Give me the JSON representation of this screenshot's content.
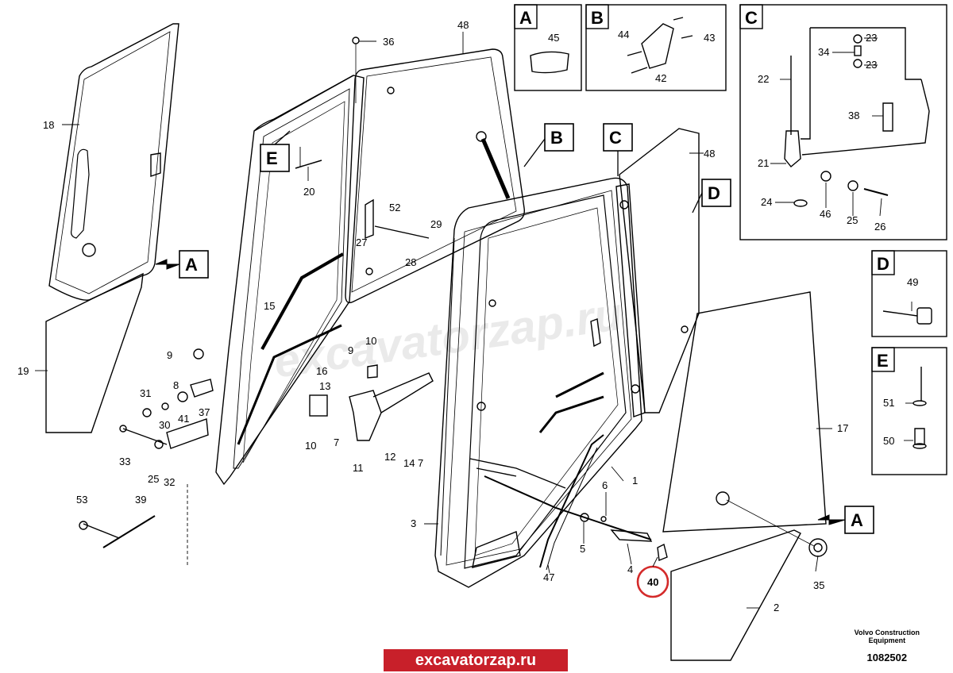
{
  "watermark": "excavatorzap.ru",
  "brand_text": "excavatorzap.ru",
  "footer": {
    "line1": "Volvo Construction",
    "line2": "Equipment",
    "drawing_no": "1082502"
  },
  "detail_boxes": {
    "A": "A",
    "B": "B",
    "C": "C",
    "D": "D",
    "E": "E"
  },
  "callouts": {
    "A1": "A",
    "A2": "A",
    "B": "B",
    "C": "C",
    "D": "D",
    "E": "E"
  },
  "labels": {
    "n1": "1",
    "n2": "2",
    "n3": "3",
    "n4": "4",
    "n5": "5",
    "n6": "6",
    "n7a": "7",
    "n7b": "7",
    "n8": "8",
    "n9a": "9",
    "n9b": "9",
    "n10a": "10",
    "n10b": "10",
    "n11": "11",
    "n12": "12",
    "n13": "13",
    "n14": "14",
    "n15": "15",
    "n16": "16",
    "n17": "17",
    "n18": "18",
    "n19": "19",
    "n20": "20",
    "n21": "21",
    "n22": "22",
    "n23a": "23",
    "n23b": "23",
    "n24": "24",
    "n25a": "25",
    "n25b": "25",
    "n26": "26",
    "n27": "27",
    "n28": "28",
    "n29": "29",
    "n30": "30",
    "n31": "31",
    "n32": "32",
    "n33": "33",
    "n34": "34",
    "n35": "35",
    "n36": "36",
    "n37": "37",
    "n38": "38",
    "n39": "39",
    "n40": "40",
    "n41": "41",
    "n42": "42",
    "n43": "43",
    "n44": "44",
    "n45": "45",
    "n46": "46",
    "n47": "47",
    "n48a": "48",
    "n48b": "48",
    "n49": "49",
    "n50": "50",
    "n51": "51",
    "n52": "52",
    "n53": "53"
  },
  "highlight_color": "#d42a2a"
}
